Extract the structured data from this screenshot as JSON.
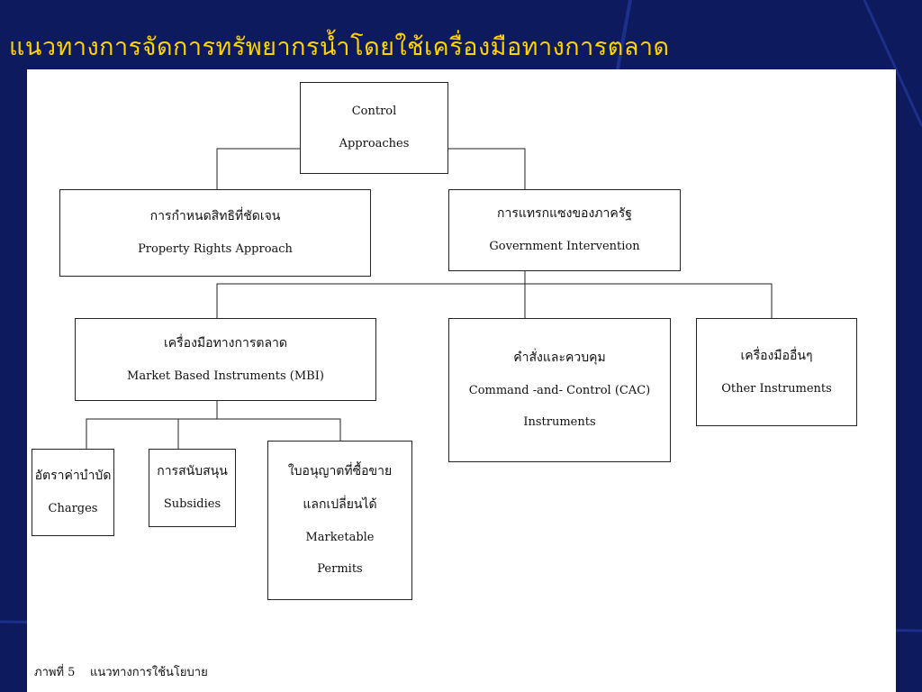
{
  "slide": {
    "title": "แนวทางการจัดการทรัพยากรน้ำโดยใช้เครื่องมือทางการตลาด",
    "colors": {
      "background": "#0d1a5e",
      "title": "#ffd200",
      "panel": "#ffffff"
    }
  },
  "diagram": {
    "control": {
      "line1": "Control",
      "line2": "Approaches"
    },
    "property": {
      "thai": "การกำหนดสิทธิที่ชัดเจน",
      "english": "Property Rights Approach"
    },
    "government": {
      "thai": "การแทรกแซงของภาครัฐ",
      "english": "Government Intervention"
    },
    "mbi": {
      "thai": "เครื่องมือทางการตลาด",
      "english": "Market  Based  Instruments (MBI)"
    },
    "cac": {
      "thai": "คำสั่งและควบคุม",
      "english": "Command -and- Control (CAC)",
      "english2": "Instruments"
    },
    "other": {
      "thai": "เครื่องมืออื่นๆ",
      "english": "Other Instruments"
    },
    "charges": {
      "thai": "อัตราค่าบำบัด",
      "english": "Charges"
    },
    "subsidies": {
      "thai": "การสนับสนุน",
      "english": "Subsidies"
    },
    "permits": {
      "thai1": "ใบอนุญาตที่ซื้อขาย",
      "thai2": "แลกเปลี่ยนได้",
      "english1": "Marketable",
      "english2": "Permits"
    }
  },
  "caption": "ภาพที่ 5    แนวทางการใช้นโยบาย"
}
